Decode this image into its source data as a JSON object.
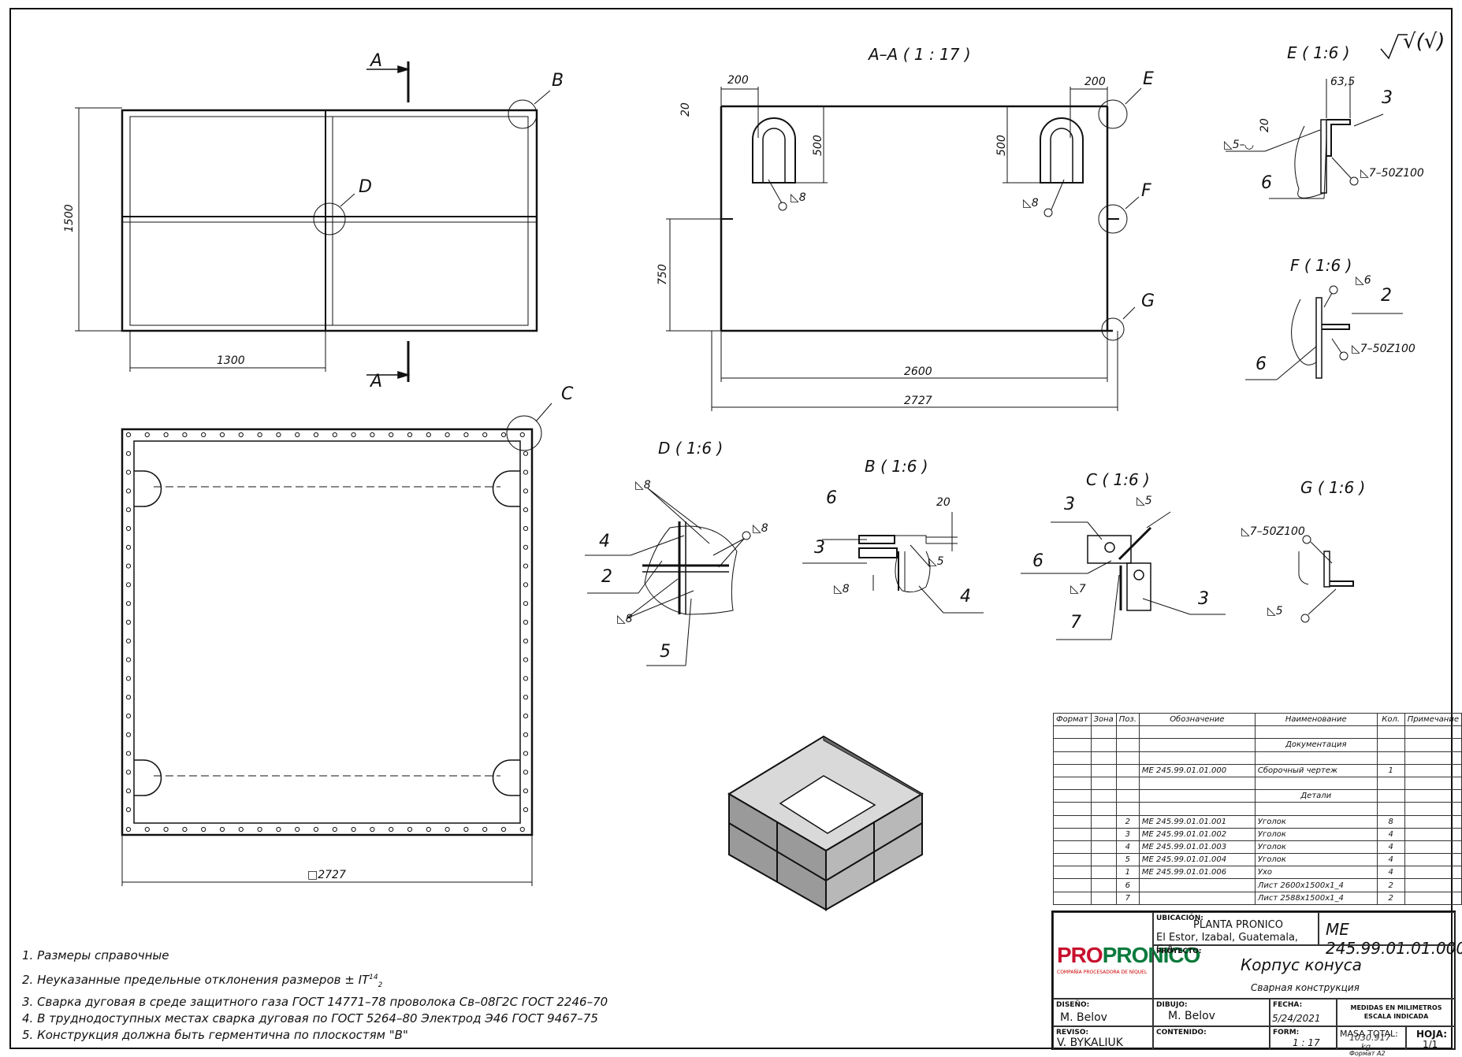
{
  "views": {
    "section_mark": "A",
    "callouts": {
      "b": "B",
      "d": "D",
      "c": "C",
      "e": "E",
      "f": "F",
      "g": "G"
    },
    "top": {
      "height": "1500",
      "width_half": "1300"
    },
    "plan": {
      "size": "□2727"
    },
    "section_aa": {
      "title": "A–A ( 1 : 17 )",
      "d200a": "200",
      "d200b": "200",
      "d20": "20",
      "d500a": "500",
      "d500b": "500",
      "d750": "750",
      "d2600": "2600",
      "d2727": "2727",
      "weld8a": "◺8",
      "weld8b": "◺8"
    },
    "detail_e": {
      "title": "E ( 1:6 )",
      "d635": "63,5",
      "d20": "20",
      "w5": "◺5–◡",
      "w7": "◺7–50Z100",
      "p3": "3",
      "p6": "6"
    },
    "detail_f": {
      "title": "F ( 1:6 )",
      "w6": "◺6",
      "w7": "◺7–50Z100",
      "p2": "2",
      "p6": "6"
    },
    "detail_d": {
      "title": "D ( 1:6 )",
      "w8a": "◺8",
      "w8b": "◺8",
      "w8c": "◺8",
      "p4": "4",
      "p2": "2",
      "p5": "5"
    },
    "detail_b": {
      "title": "B ( 1:6 )",
      "p6": "6",
      "p3": "3",
      "p4": "4",
      "d20": "20",
      "w5": "◺5",
      "w8": "◺8"
    },
    "detail_c": {
      "title": "C ( 1:6 )",
      "p3a": "3",
      "p3b": "3",
      "p6": "6",
      "p7": "7",
      "w5": "◺5",
      "w7": "◺7"
    },
    "detail_g": {
      "title": "G ( 1:6 )",
      "w7": "◺7–50Z100",
      "w5": "◺5"
    },
    "roughness": "√(√)"
  },
  "notes": [
    "1. Размеры справочные",
    "2. Неуказанные предельные отклонения размеров ± IT",
    "3. Сварка дуговая в среде защитного газа ГОСТ 14771–78 проволока Св–08Г2С ГОСТ 2246–70",
    "4. В труднодоступных местах сварка дуговая по ГОСТ 5264–80 Электрод Э46 ГОСТ 9467–75",
    "5. Конструкция должна быть герментична по плоскостям \"В\""
  ],
  "note2_sup": "14",
  "note2_sub": "2",
  "bom": {
    "headers": [
      "Формат",
      "Зона",
      "Поз.",
      "Обозначение",
      "Наименование",
      "Кол.",
      "Примечание"
    ],
    "rows": [
      [
        "",
        "",
        "",
        "",
        "",
        "",
        ""
      ],
      [
        "",
        "",
        "",
        "",
        "Документация",
        "",
        ""
      ],
      [
        "",
        "",
        "",
        "",
        "",
        "",
        ""
      ],
      [
        "",
        "",
        "",
        "ME 245.99.01.01.000",
        "Сборочный чертеж",
        "1",
        ""
      ],
      [
        "",
        "",
        "",
        "",
        "",
        "",
        ""
      ],
      [
        "",
        "",
        "",
        "",
        "Детали",
        "",
        ""
      ],
      [
        "",
        "",
        "",
        "",
        "",
        "",
        ""
      ],
      [
        "",
        "",
        "2",
        "ME 245.99.01.01.001",
        "Уголок",
        "8",
        ""
      ],
      [
        "",
        "",
        "3",
        "ME 245.99.01.01.002",
        "Уголок",
        "4",
        ""
      ],
      [
        "",
        "",
        "4",
        "ME 245.99.01.01.003",
        "Уголок",
        "4",
        ""
      ],
      [
        "",
        "",
        "5",
        "ME 245.99.01.01.004",
        "Уголок",
        "4",
        ""
      ],
      [
        "",
        "",
        "1",
        "ME 245.99.01.01.006",
        "Ухо",
        "4",
        ""
      ],
      [
        "",
        "",
        "6",
        "",
        "Лист 2600х1500х1_4",
        "2",
        ""
      ],
      [
        "",
        "",
        "7",
        "",
        "Лист 2588х1500х1_4",
        "2",
        ""
      ]
    ]
  },
  "title_block": {
    "logo": "PRONICO",
    "logo_sub": "COMPAÑÍA PROCESADORA DE NÍQUEL",
    "ubicacion_label": "UBICACIÓN:",
    "ubicacion_1": "PLANTA PRONICO",
    "ubicacion_2": "El Estor, Izabal, Guatemala, C.A.",
    "drawing_no": "ME 245.99.01.01.000",
    "proyecto_label": "PROYECTO:",
    "title": "Корпус конуса",
    "subtitle": "Сварная конструкция",
    "diseno_label": "DISEÑO:",
    "diseno": "M. Belov",
    "dibujo_label": "DIBUJO:",
    "dibujo": "M. Belov",
    "fecha_label": "FECHA:",
    "fecha": "5/24/2021",
    "medidas_1": "MEDIDAS EN MILIMETROS",
    "medidas_2": "ESCALA INDICADA",
    "reviso_label": "REVISO:",
    "reviso": "V. BYKALIUK",
    "contenido_label": "CONTENIDO:",
    "form_label": "FORM:",
    "form": "1 : 17",
    "masa_label": "MASA TOTAL:",
    "masa": "1030.917",
    "masa_unit": "kg",
    "hoja_label": "HOJA:",
    "hoja": "1/1",
    "formato": "Формат А2"
  }
}
